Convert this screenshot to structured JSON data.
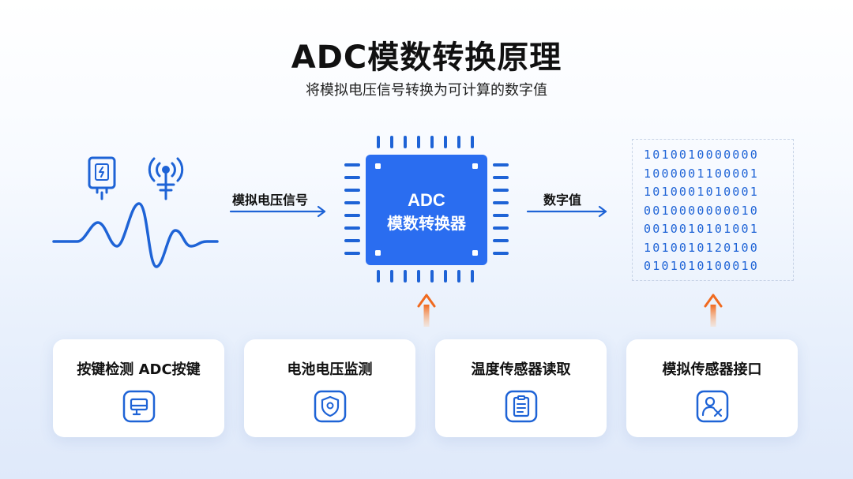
{
  "title": "ADC模数转换原理",
  "subtitle": "将模拟电压信号转换为可计算的数字值",
  "flow": {
    "input_label": "模拟电压信号",
    "output_label": "数字值"
  },
  "chip": {
    "line1": "ADC",
    "line2": "模数转换器"
  },
  "binary_rows": [
    "1010010000000",
    "1000001100001",
    "1010001010001",
    "0010000000010",
    "0010010101001",
    "1010010120100",
    "0101010100010"
  ],
  "cards": [
    {
      "label": "按键检测 ADC按键",
      "icon": "keyboard-icon"
    },
    {
      "label": "电池电压监测",
      "icon": "shield-icon"
    },
    {
      "label": "温度传感器读取",
      "icon": "clipboard-icon"
    },
    {
      "label": "模拟传感器接口",
      "icon": "person-check-icon"
    }
  ],
  "colors": {
    "accent": "#1e63d6",
    "chip": "#2a6df0",
    "arrow_up": "#f07a2a"
  }
}
